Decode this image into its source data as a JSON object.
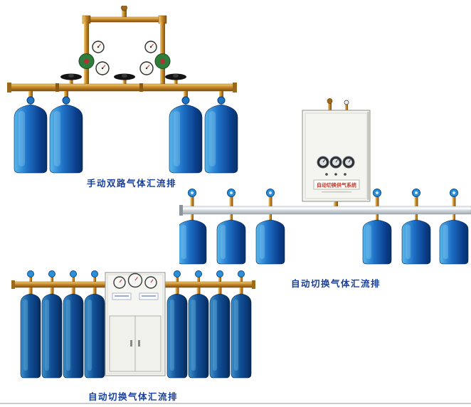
{
  "page": {
    "background_color": "#ffffff",
    "divider_color": "#cbcbcb"
  },
  "palette": {
    "caption_text": "#173f9b",
    "cylinder_blue_light": "#58b8ec",
    "cylinder_blue": "#1e72c8",
    "cylinder_blue_dark": "#0b3f8e",
    "brass": "#c8882a",
    "pipe_silver": "#ccd2d8",
    "cabinet_white": "#f4f4f1",
    "regulator_green": "#2e7d3a",
    "label_red": "#c0392b"
  },
  "products": [
    {
      "key": "manual-dual-row-manifold",
      "caption": "手动双路气体汇流排",
      "cylinders": 4
    },
    {
      "key": "auto-switch-manifold-wall-cabinet",
      "caption": "自动切换气体汇流排",
      "cabinet_label": "自动切换供气系统",
      "cylinders": 6
    },
    {
      "key": "auto-switch-manifold-floor-cabinet",
      "caption": "自动切换气体汇流排",
      "cylinders": 8
    }
  ]
}
